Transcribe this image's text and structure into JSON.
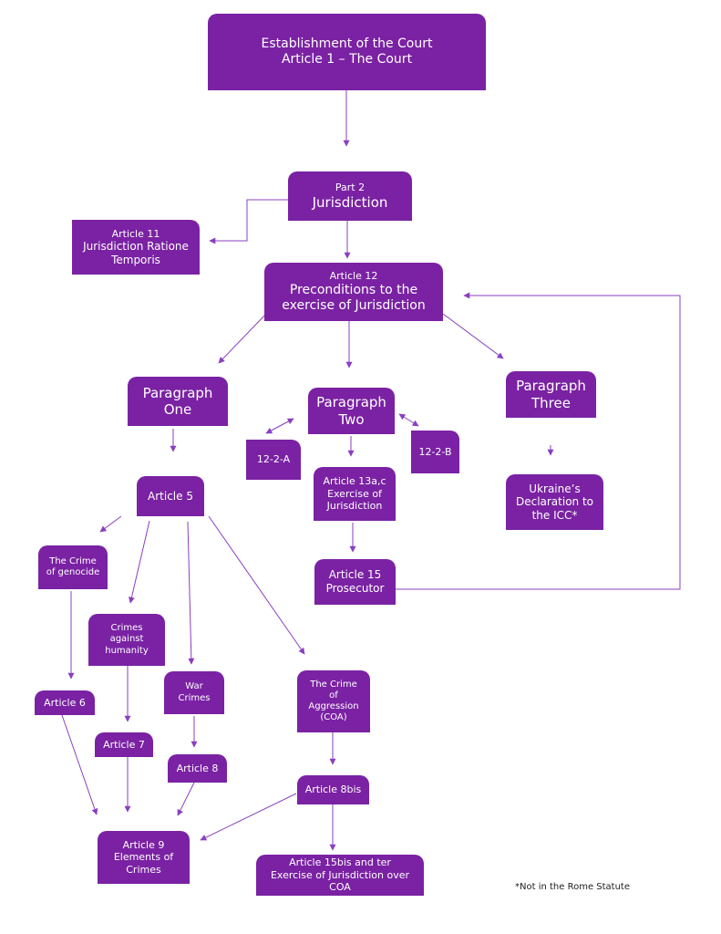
{
  "nodes": {
    "establishment": {
      "line1": "Establishment of the Court",
      "line2": "Article 1 – The Court"
    },
    "part2": {
      "line1": "Part 2",
      "line2": "Jurisdiction"
    },
    "article11": {
      "line1": "Article 11",
      "line2": "Jurisdiction Ratione",
      "line3": "Temporis"
    },
    "article12": {
      "line1": "Article 12",
      "line2": "Preconditions to the",
      "line3": "exercise of Jurisdiction"
    },
    "paragraph_one": {
      "line1": "Paragraph",
      "line2": "One"
    },
    "paragraph_two": {
      "line1": "Paragraph",
      "line2": "Two"
    },
    "paragraph_three": {
      "line1": "Paragraph",
      "line2": "Three"
    },
    "p12_2_a": {
      "label": "12-2-A"
    },
    "p12_2_b": {
      "label": "12-2-B"
    },
    "article13": {
      "line1": "Article 13a,c",
      "line2": "Exercise of",
      "line3": "Jurisdiction"
    },
    "ukraine": {
      "line1": "Ukraine’s",
      "line2": "Declaration to",
      "line3": "the ICC*"
    },
    "article15": {
      "line1": "Article 15",
      "line2": "Prosecutor"
    },
    "article5": {
      "label": "Article 5"
    },
    "genocide": {
      "line1": "The Crime",
      "line2": "of genocide"
    },
    "humanity": {
      "line1": "Crimes",
      "line2": "against",
      "line3": "humanity"
    },
    "war_crimes": {
      "line1": "War",
      "line2": "Crimes"
    },
    "aggression": {
      "line1": "The Crime",
      "line2": "of",
      "line3": "Aggression",
      "line4": "(COA)"
    },
    "article6": {
      "label": "Article 6"
    },
    "article7": {
      "label": "Article 7"
    },
    "article8": {
      "label": "Article 8"
    },
    "article8bis": {
      "label": "Article 8bis"
    },
    "article9": {
      "line1": "Article 9",
      "line2": "Elements of",
      "line3": "Crimes"
    },
    "article15bis": {
      "line1": "Article 15bis and ter",
      "line2": "Exercise of Jurisdiction over COA"
    }
  },
  "footnote": "*Not in the Rome Statute",
  "colors": {
    "box": "#7a22a3",
    "line": "#8a3fc0",
    "text": "#ffffff"
  }
}
